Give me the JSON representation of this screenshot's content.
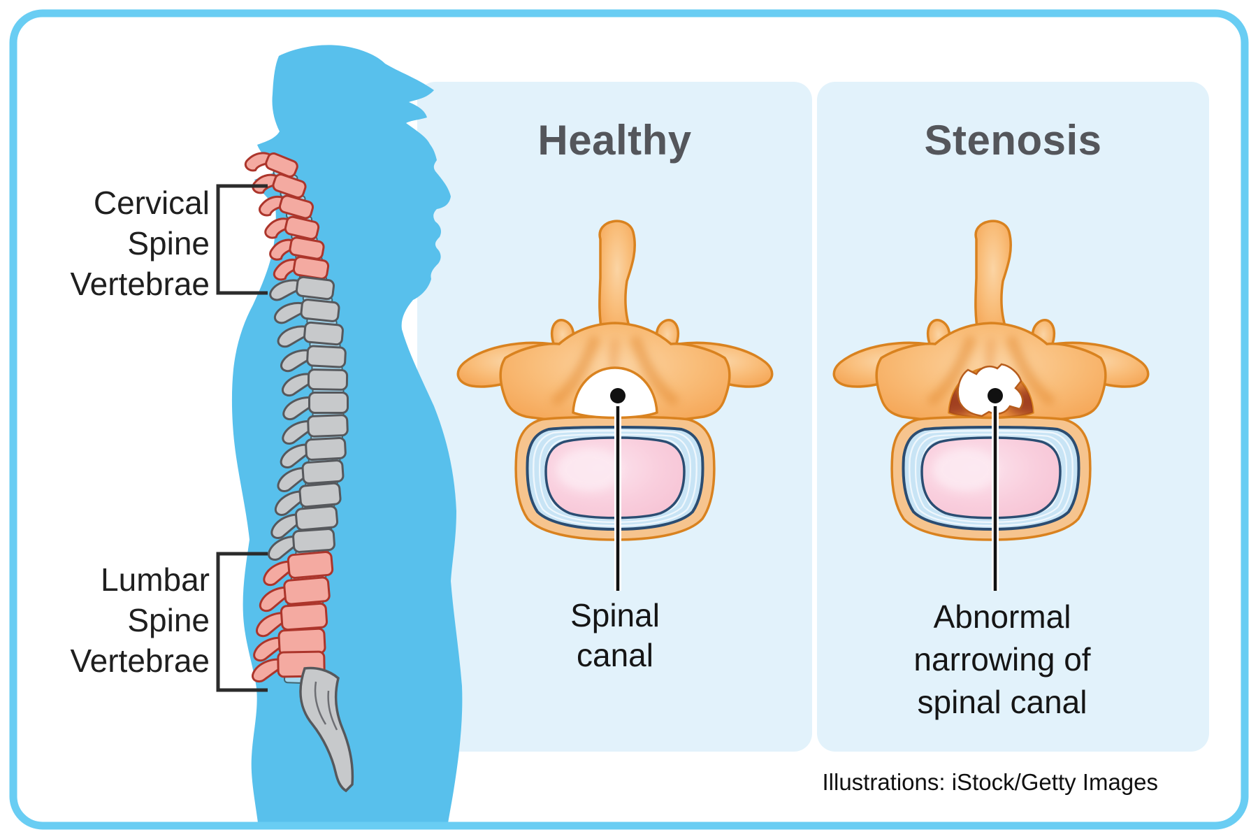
{
  "labels": {
    "cervical": [
      "Cervical",
      "Spine",
      "Vertebrae"
    ],
    "lumbar": [
      "Lumbar",
      "Spine",
      "Vertebrae"
    ]
  },
  "panels": [
    {
      "id": "healthy",
      "title": "Healthy",
      "caption": [
        "Spinal",
        "canal"
      ]
    },
    {
      "id": "stenosis",
      "title": "Stenosis",
      "caption": [
        "Abnormal",
        "narrowing of",
        "spinal canal"
      ]
    }
  ],
  "attribution": "Illustrations: iStock/Getty Images",
  "colors": {
    "frame_border": "#69cdf3",
    "panel_background": "#e2f2fb",
    "silhouette_blue": "#58c0ec",
    "bone_orange": "#f8b96e",
    "bone_outline": "#d9821f",
    "disc_blue": "#c8e4f5",
    "disc_outline_navy": "#2b4d72",
    "nucleus_pink": "#f9cedd",
    "vertebra_pink": "#f4aaa1",
    "vertebra_pink_outline": "#ac352b",
    "vertebra_gray": "#c7c9cb",
    "vertebra_gray_outline": "#56585c",
    "spine_disc_blue": "#a6d8ef",
    "stenosis_maroon": "#93301a",
    "title_gray": "#54565b",
    "pointer_black": "#111111"
  }
}
